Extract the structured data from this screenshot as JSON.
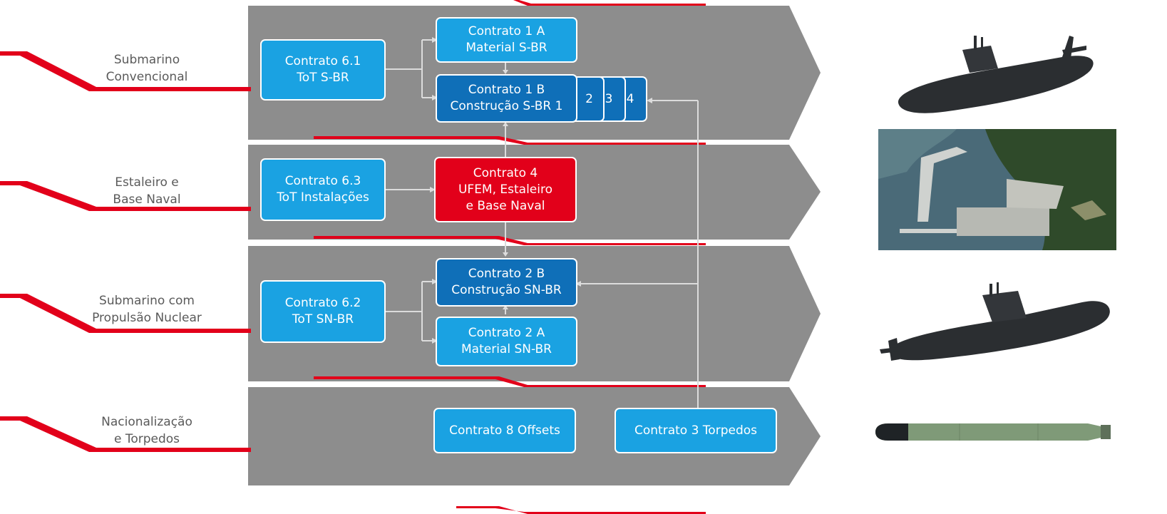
{
  "rows": [
    {
      "id": "submarino-convencional",
      "label": "Submarino\nConvencional"
    },
    {
      "id": "estaleiro-base-naval",
      "label": "Estaleiro e\nBase Naval"
    },
    {
      "id": "submarino-nuclear",
      "label": "Submarino com\nPropulsão Nuclear"
    },
    {
      "id": "nacionalizacao-torpedos",
      "label": "Nacionalização\ne Torpedos"
    }
  ],
  "contracts": {
    "c61": "Contrato 6.1\nToT S-BR",
    "c1a": "Contrato 1 A\nMaterial S-BR",
    "c1b": "Contrato 1 B\nConstrução S-BR 1",
    "c1b_2": "2",
    "c1b_3": "3",
    "c1b_4": "4",
    "c63": "Contrato 6.3\nToT Instalações",
    "c4": "Contrato 4\nUFEM, Estaleiro\ne Base Naval",
    "c62": "Contrato 6.2\nToT SN-BR",
    "c2b": "Contrato 2 B\nConstrução SN-BR",
    "c2a": "Contrato 2 A\nMaterial SN-BR",
    "c8": "Contrato 8 Offsets",
    "c3": "Contrato 3 Torpedos"
  },
  "colors": {
    "band": "#8d8d8d",
    "contract_light": "#1aa2e2",
    "contract_dark": "#0f6fb8",
    "contract_red": "#e2001a",
    "accent_red": "#e2001a"
  },
  "illustrations": [
    "submarine-conventional-image",
    "shipyard-aerial-image",
    "submarine-nuclear-image",
    "torpedo-image"
  ]
}
